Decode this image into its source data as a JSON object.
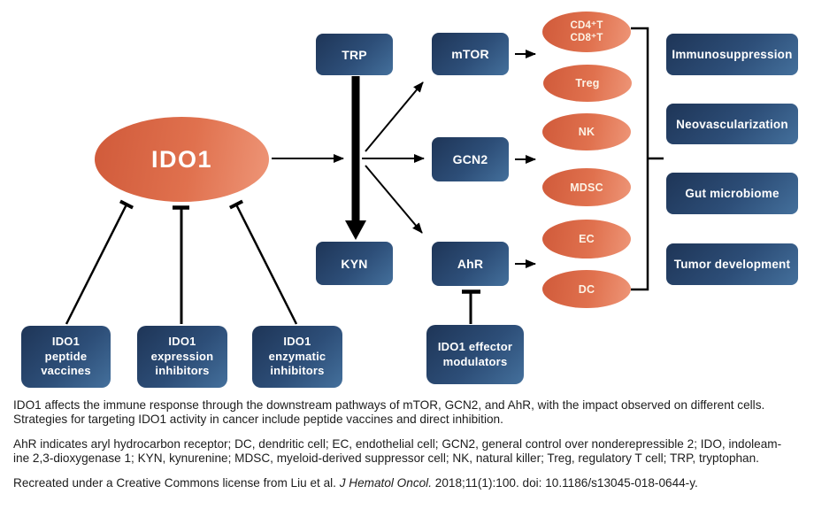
{
  "figure": {
    "source_node": "IDO1",
    "metabolites": {
      "trp": "TRP",
      "kyn": "KYN"
    },
    "pathways": {
      "mtor": "mTOR",
      "gcn2": "GCN2",
      "ahr": "AhR"
    },
    "cells": {
      "cd4_cd8": "CD4⁺T\nCD8⁺T",
      "treg": "Treg",
      "nk": "NK",
      "mdsc": "MDSC",
      "ec": "EC",
      "dc": "DC"
    },
    "outcomes": {
      "immunosuppression": "Immunosuppression",
      "neovascularization": "Neovascularization",
      "gut_microbiome": "Gut microbiome",
      "tumor_development": "Tumor development"
    },
    "interventions": {
      "peptide_vaccines": "IDO1\npeptide\nvaccines",
      "expression_inhibitors": "IDO1\nexpression\ninhibitors",
      "enzymatic_inhibitors": "IDO1\nenzymatic\ninhibitors",
      "effector_modulators": "IDO1 effector\nmodulators"
    }
  },
  "caption": {
    "description": "IDO1 affects the immune response through the downstream pathways of mTOR, GCN2, and AhR, with the impact observed on different cells.\nStrategies for targeting IDO1 activity in cancer include peptide vaccines and direct inhibition.",
    "abbreviations": "AhR indicates aryl hydrocarbon receptor; DC, dendritic cell; EC, endothelial cell; GCN2, general control over nonderepressible 2; IDO, indoleam-\nine 2,3-dioxygenase 1; KYN, kynurenine; MDSC, myeloid-derived suppressor cell; NK, natural killer; Treg, regulatory T cell; TRP, tryptophan.",
    "credit_prefix": "Recreated under a Creative Commons license from Liu et al. ",
    "credit_journal": "J Hematol Oncol.",
    "credit_suffix": " 2018;11(1):100. doi: 10.1186/s13045-018-0644-y."
  },
  "colors": {
    "box_navy_dark": "#1e3557",
    "box_navy_light": "#44709c",
    "ellipse_orange_dark": "#d05a3a",
    "ellipse_orange_light": "#ee9678",
    "connector": "#000000",
    "caption_text": "#1c1c1c"
  }
}
